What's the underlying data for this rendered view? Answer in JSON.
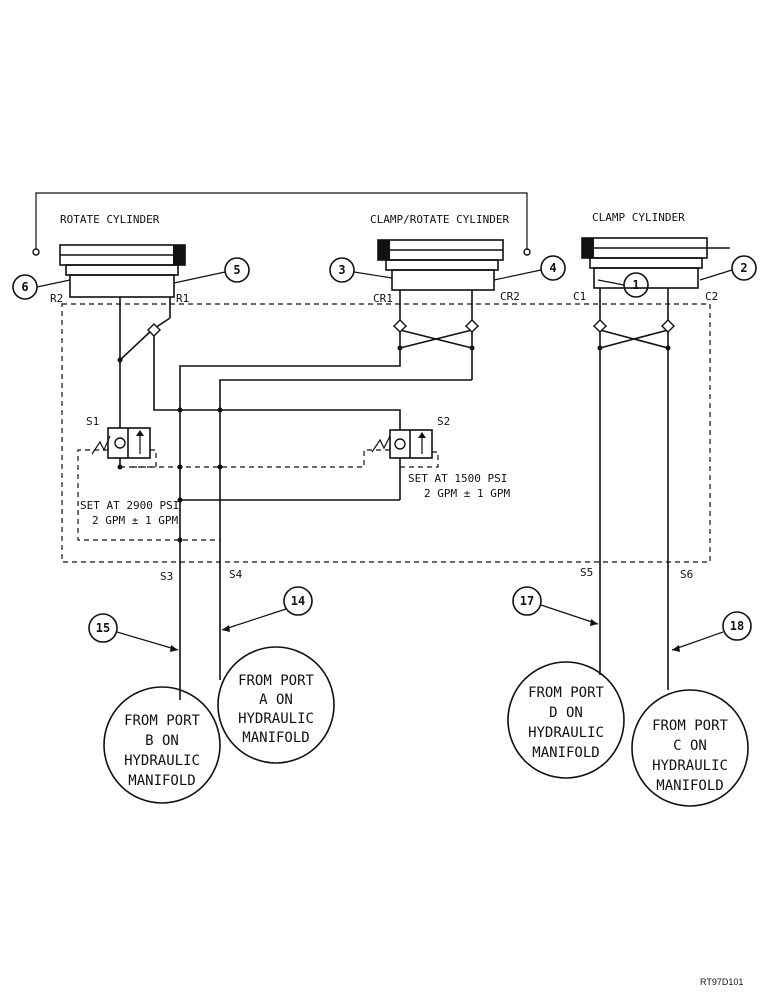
{
  "cylinders": {
    "rotate": "ROTATE CYLINDER",
    "clamp_rotate": "CLAMP/ROTATE CYLINDER",
    "clamp": "CLAMP CYLINDER"
  },
  "ports": {
    "r2": "R2",
    "r1": "R1",
    "cr1": "CR1",
    "cr2": "CR2",
    "c1": "C1",
    "c2": "C2",
    "s1": "S1",
    "s2": "S2",
    "s3": "S3",
    "s4": "S4",
    "s5": "S5",
    "s6": "S6"
  },
  "callouts": {
    "n1": "1",
    "n2": "2",
    "n3": "3",
    "n4": "4",
    "n5": "5",
    "n6": "6",
    "n14": "14",
    "n15": "15",
    "n17": "17",
    "n18": "18"
  },
  "valves": {
    "s1_setting": [
      "SET AT 2900 PSI",
      "2 GPM ± 1 GPM"
    ],
    "s2_setting": [
      "SET AT 1500 PSI",
      "2 GPM ± 1 GPM"
    ]
  },
  "sources": {
    "port_b": [
      "FROM PORT",
      "B ON",
      "HYDRAULIC",
      "MANIFOLD"
    ],
    "port_a": [
      "FROM PORT",
      "A ON",
      "HYDRAULIC",
      "MANIFOLD"
    ],
    "port_d": [
      "FROM PORT",
      "D ON",
      "HYDRAULIC",
      "MANIFOLD"
    ],
    "port_c": [
      "FROM PORT",
      "C ON",
      "HYDRAULIC",
      "MANIFOLD"
    ]
  },
  "figure_id": "RT97D101"
}
